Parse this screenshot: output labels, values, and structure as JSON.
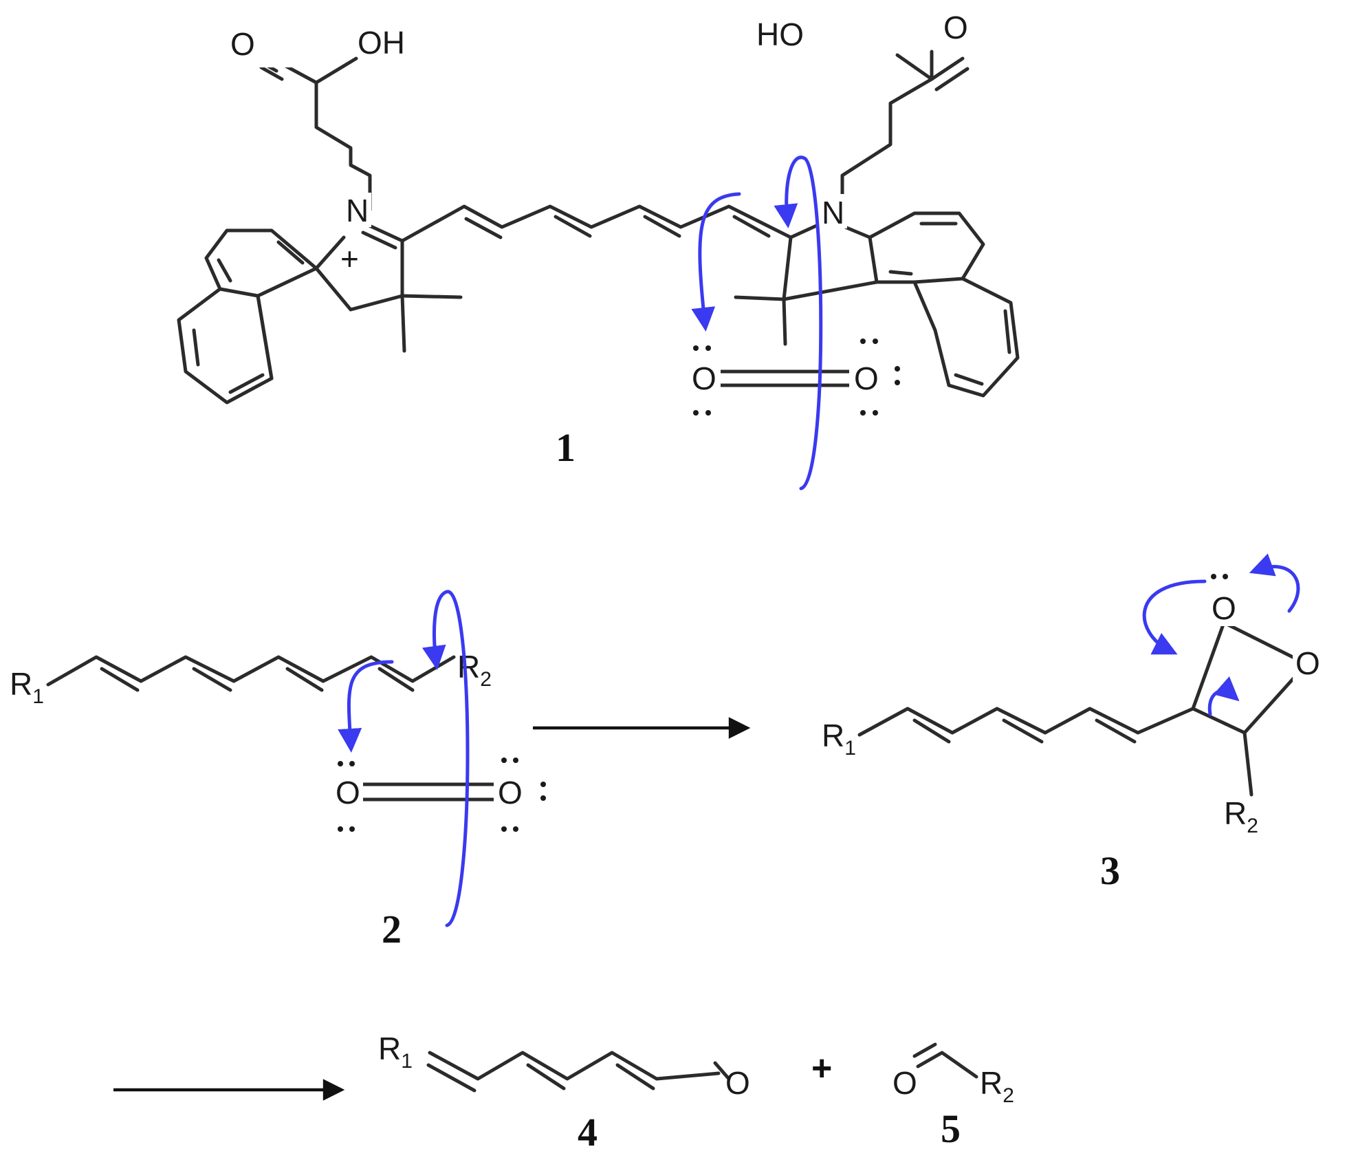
{
  "compound_labels": {
    "c1": "1",
    "c2": "2",
    "c3": "3",
    "c4": "4",
    "c5": "5"
  },
  "atoms": {
    "oh": "OH",
    "ho": "HO",
    "o": "O",
    "n": "N",
    "r": "R",
    "sub1": "1",
    "sub2": "2",
    "charge": "+"
  },
  "plus_sign": "+",
  "colors": {
    "bonds": "#2b2b2b",
    "electron_arrows": "#3a3af0",
    "reaction_arrows": "#111111"
  },
  "icons": {
    "electron_flow": "curved-arrow-icon",
    "reaction": "right-arrow-icon"
  }
}
